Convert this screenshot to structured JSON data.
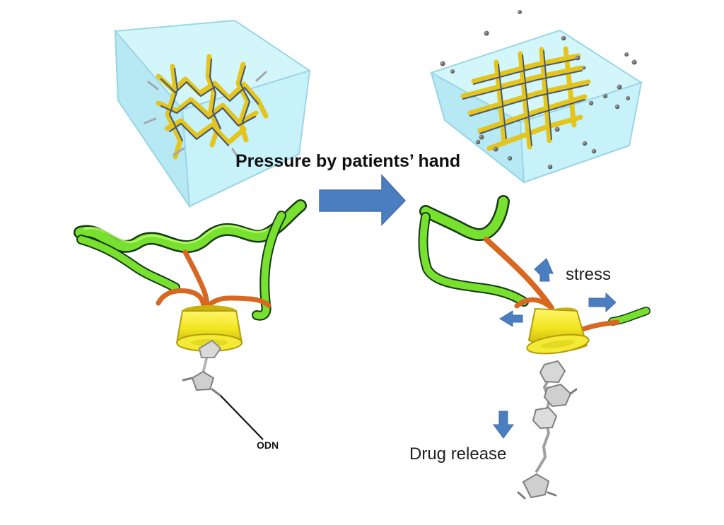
{
  "labels": {
    "pressure": "Pressure by patients’ hand",
    "stress": "stress",
    "drug_release": "Drug release",
    "odn": "ODN"
  },
  "colors": {
    "gel_fill": "#bfeef7",
    "gel_stroke": "#8fcfe0",
    "network_yellow": "#e3c51d",
    "network_dark": "#4e5968",
    "green_strand": "#78e02f",
    "green_shadow": "#163816",
    "orange_linker": "#d86722",
    "cup_yellow": "#f0e21b",
    "arrow_blue": "#4a7ec0",
    "drug_gray": "#9d9d9d"
  },
  "icons": {
    "left_gel": "compressed-hydrogel-network-icon",
    "right_gel": "stretched-hydrogel-network-icon",
    "main_arrow": "right-arrow-icon",
    "stress_arrows": "stress-direction-arrow-icons",
    "release_arrow": "down-arrow-icon",
    "drug_molecule": "drug-molecule-icon",
    "host_cup": "cyclodextrin-cup-icon"
  }
}
